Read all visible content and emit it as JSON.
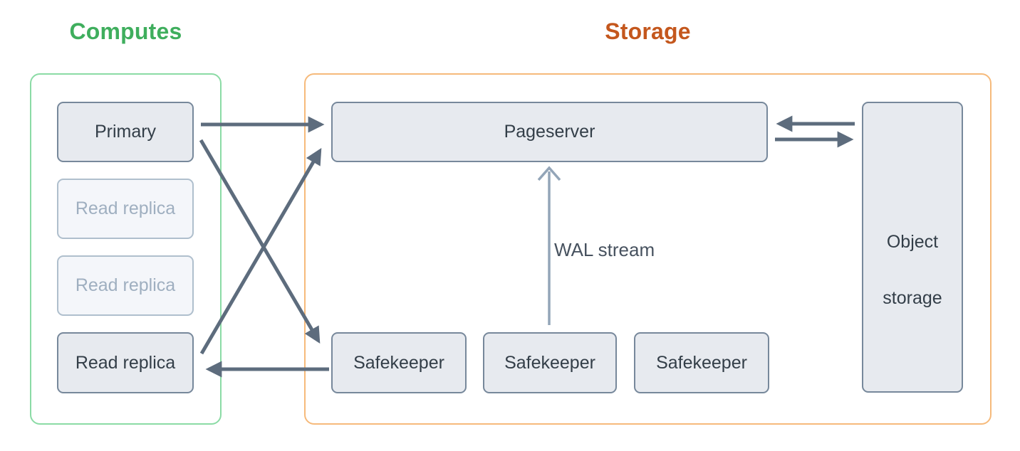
{
  "colors": {
    "computes_accent": "#3FAE5D",
    "storage_accent": "#C4571D",
    "computes_border": "#8BDBA5",
    "storage_border": "#F6BA7B",
    "node_fill": "#E7EAEF",
    "node_border": "#77889B",
    "node_text": "#333E48",
    "faded_fill": "#F4F6FA",
    "faded_border": "#AFBFCD",
    "faded_text": "#9FAFC0",
    "arrow": "#5D6C7D",
    "wal_arrow": "#93A5B8",
    "wal_text": "#47525F",
    "background": "#FFFFFF"
  },
  "computes": {
    "title": "Computes",
    "nodes": {
      "primary": "Primary",
      "read_replica_1": "Read replica",
      "read_replica_2": "Read replica",
      "read_replica_3": "Read replica"
    }
  },
  "storage": {
    "title": "Storage",
    "nodes": {
      "pageserver": "Pageserver",
      "safekeeper_1": "Safekeeper",
      "safekeeper_2": "Safekeeper",
      "safekeeper_3": "Safekeeper",
      "object_storage_line_1": "Object",
      "object_storage_line_2": "storage"
    }
  },
  "annotations": {
    "wal_stream": "WAL stream"
  },
  "edges": [
    {
      "from": "primary",
      "to": "pageserver",
      "direction": "right"
    },
    {
      "from": "primary",
      "to": "safekeeper-1",
      "direction": "down-right"
    },
    {
      "from": "read-replica-3",
      "to": "pageserver",
      "direction": "up-right"
    },
    {
      "from": "safekeeper-1",
      "to": "read-replica-3",
      "direction": "left"
    },
    {
      "from": "object-storage",
      "to": "pageserver",
      "direction": "left"
    },
    {
      "from": "pageserver",
      "to": "object-storage",
      "direction": "right"
    },
    {
      "from": "safekeeper-2",
      "to": "pageserver",
      "direction": "up",
      "label": "WAL stream"
    }
  ]
}
